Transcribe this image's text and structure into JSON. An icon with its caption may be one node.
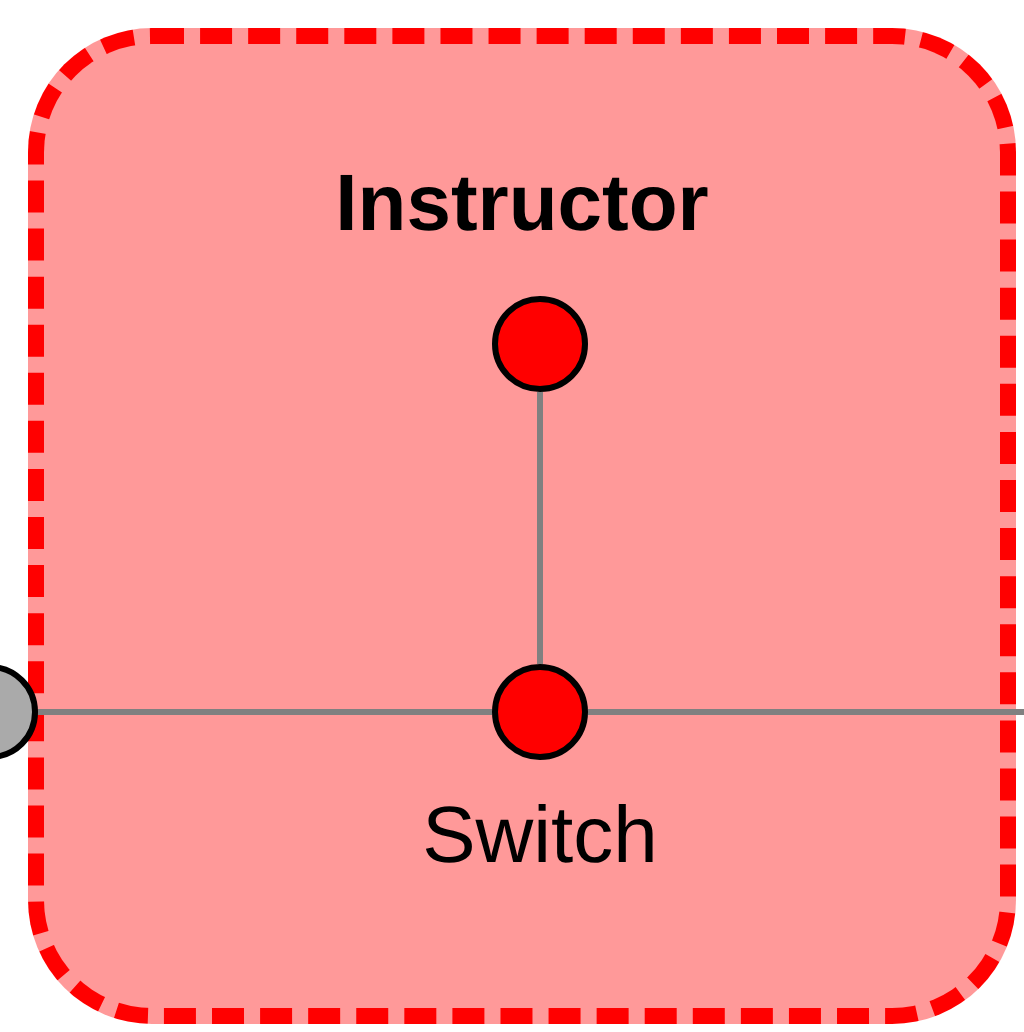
{
  "diagram": {
    "nodes": [
      {
        "text": [
          "Instructor"
        ]
      },
      {
        "text": [],
        "shape": "circle",
        "in": 0
      },
      {
        "text": [],
        "shape": "circle",
        "in": 0,
        "beside": [
          "Switch"
        ]
      },
      {
        "text": [],
        "shape": "circle"
      }
    ],
    "edges": [
      {
        "from": 1,
        "to": 2,
        "arrow": "none",
        "color": "#808080"
      },
      {
        "from": 3,
        "to": 2,
        "arrow": "none",
        "color": "#808080"
      },
      {
        "from": 2,
        "to": null,
        "arrow": "none",
        "color": "#808080"
      }
    ]
  }
}
